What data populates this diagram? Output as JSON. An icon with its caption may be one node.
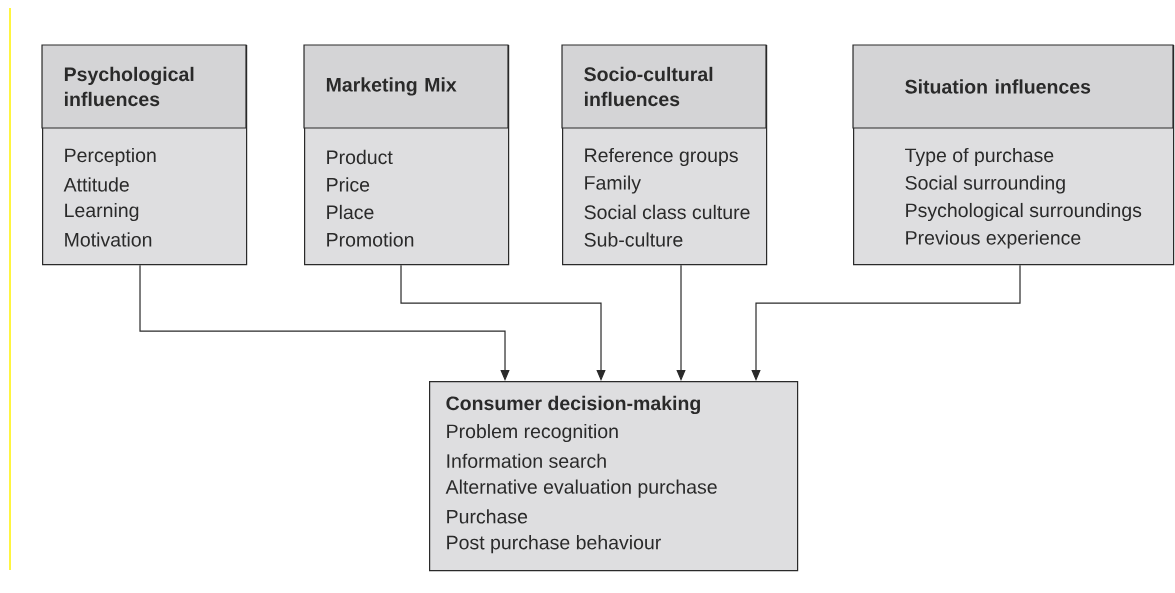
{
  "diagram": {
    "nodes": [
      {
        "text": [
          "Psychological influences",
          "Perception",
          "Attitude",
          "Learning",
          "Motivation"
        ]
      },
      {
        "text": [
          "Marketing Mix",
          "Product",
          "Price",
          "Place",
          "Promotion"
        ]
      },
      {
        "text": [
          "Socio-cultural influences",
          "Reference groups",
          "Family",
          "Social class culture",
          "Sub-culture"
        ]
      },
      {
        "text": [
          "Situation influences",
          "Type of purchase",
          "Social surrounding",
          "Psychological surroundings",
          "Previous experience"
        ]
      },
      {
        "text": [
          "Consumer decision-making",
          "Problem recognition",
          "Information search",
          "Alternative evaluation purchase",
          "Purchase",
          "Post purchase behaviour"
        ]
      }
    ],
    "edges": [
      {
        "from": 0,
        "to": 4,
        "arrow": "to"
      },
      {
        "from": 1,
        "to": 4,
        "arrow": "to"
      },
      {
        "from": 2,
        "to": 4,
        "arrow": "to"
      },
      {
        "from": 3,
        "to": 4,
        "arrow": "to"
      }
    ]
  }
}
